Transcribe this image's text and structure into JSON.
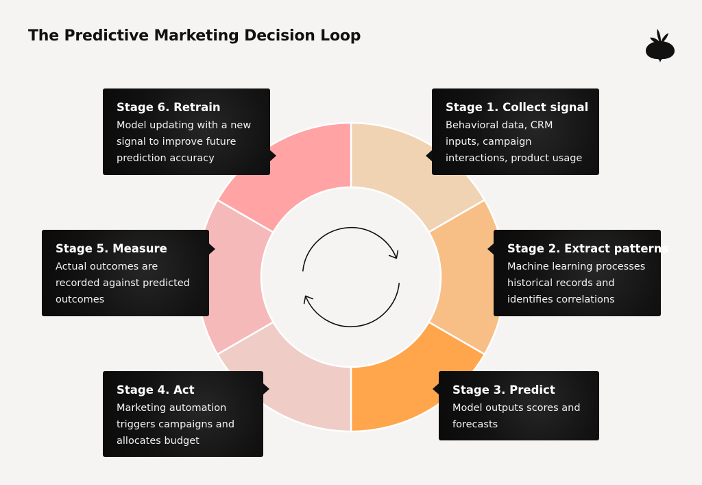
{
  "title": "The Predictive Marketing Decision Loop",
  "colors": {
    "background": "#f6f4f2",
    "card": "#111111",
    "stage1": "#f0d3b3",
    "stage2": "#f7bf86",
    "stage3": "#ffa54c",
    "stage4": "#efcdc6",
    "stage5": "#f6b9b9",
    "stage6": "#ffa3a5"
  },
  "icons": {
    "logo": "beet-logo-icon",
    "center": "cycle-arrows-icon"
  },
  "stages": [
    {
      "title": "Stage 1. Collect signal",
      "description": "Behavioral data, CRM inputs, campaign interactions, product usage"
    },
    {
      "title": "Stage 2. Extract patterns",
      "description": "Machine learning processes historical records and identifies correlations"
    },
    {
      "title": "Stage 3. Predict",
      "description": "Model outputs scores and forecasts"
    },
    {
      "title": "Stage 4. Act",
      "description": "Marketing automation triggers campaigns and allocates budget"
    },
    {
      "title": "Stage 5. Measure",
      "description": "Actual outcomes are recorded against predicted outcomes"
    },
    {
      "title": "Stage 6. Retrain",
      "description": "Model updating with a new signal to improve future prediction accuracy"
    }
  ]
}
